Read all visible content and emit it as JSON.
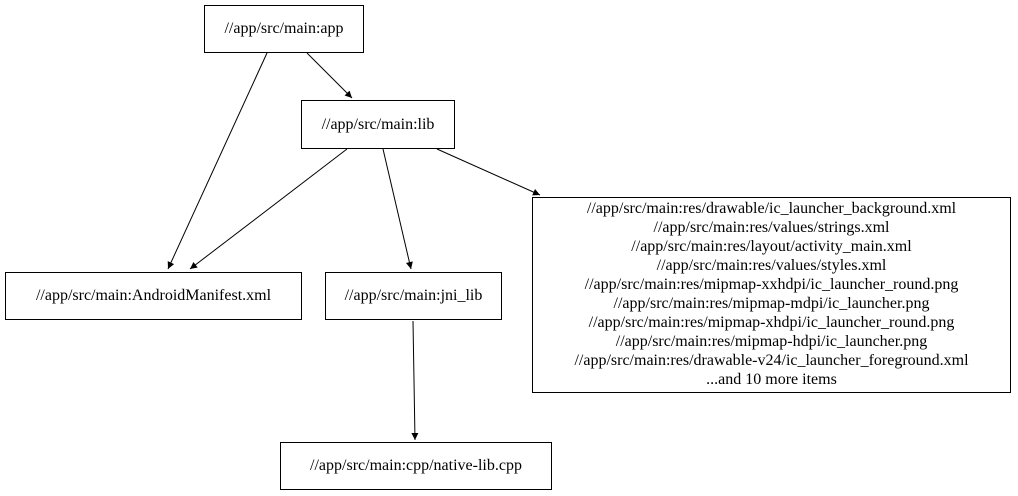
{
  "diagram": {
    "type": "dependency-graph",
    "background_color": "#ffffff",
    "stroke_color": "#000000",
    "nodes": {
      "app": {
        "label": "//app/src/main:app"
      },
      "lib": {
        "label": "//app/src/main:lib"
      },
      "manifest": {
        "label": "//app/src/main:AndroidManifest.xml"
      },
      "jni_lib": {
        "label": "//app/src/main:jni_lib"
      },
      "native": {
        "label": "//app/src/main:cpp/native-lib.cpp"
      },
      "res_group": {
        "lines": [
          "//app/src/main:res/drawable/ic_launcher_background.xml",
          "//app/src/main:res/values/strings.xml",
          "//app/src/main:res/layout/activity_main.xml",
          "//app/src/main:res/values/styles.xml",
          "//app/src/main:res/mipmap-xxhdpi/ic_launcher_round.png",
          "//app/src/main:res/mipmap-mdpi/ic_launcher.png",
          "//app/src/main:res/mipmap-xhdpi/ic_launcher_round.png",
          "//app/src/main:res/mipmap-hdpi/ic_launcher.png",
          "//app/src/main:res/drawable-v24/ic_launcher_foreground.xml",
          "...and 10 more items"
        ]
      }
    },
    "edges": [
      {
        "from": "//app/src/main:app",
        "to": "//app/src/main:lib"
      },
      {
        "from": "//app/src/main:app",
        "to": "//app/src/main:AndroidManifest.xml"
      },
      {
        "from": "//app/src/main:lib",
        "to": "//app/src/main:AndroidManifest.xml"
      },
      {
        "from": "//app/src/main:lib",
        "to": "//app/src/main:jni_lib"
      },
      {
        "from": "//app/src/main:lib",
        "to": "resource-files-group"
      },
      {
        "from": "//app/src/main:jni_lib",
        "to": "//app/src/main:cpp/native-lib.cpp"
      }
    ]
  }
}
